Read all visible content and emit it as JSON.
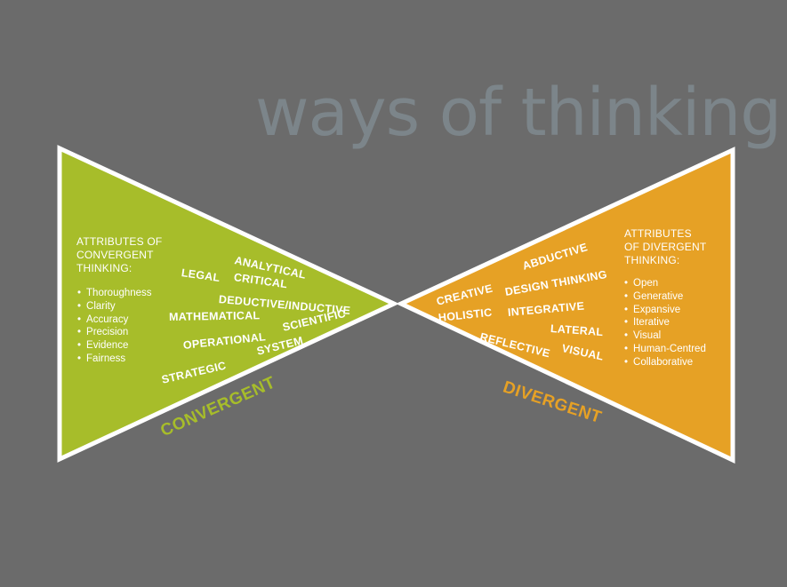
{
  "title": "ways of thinking.",
  "colors": {
    "background": "#6b6b6b",
    "title": "#7c858a",
    "convergent": "#a7bd2a",
    "divergent": "#e6a125",
    "outline": "#ffffff"
  },
  "convergent": {
    "label": "CONVERGENT",
    "attributes_heading": [
      "ATTRIBUTES OF",
      "CONVERGENT",
      "THINKING:"
    ],
    "attributes": [
      "Thoroughness",
      "Clarity",
      "Accuracy",
      "Precision",
      "Evidence",
      "Fairness"
    ],
    "terms": [
      "LEGAL",
      "ANALYTICAL",
      "CRITICAL",
      "DEDUCTIVE/INDUCTIVE",
      "MATHEMATICAL",
      "SCIENTIFIC",
      "OPERATIONAL",
      "SYSTEM",
      "STRATEGIC"
    ]
  },
  "divergent": {
    "label": "DIVERGENT",
    "attributes_heading": [
      "ATTRIBUTES",
      "OF DIVERGENT",
      "THINKING:"
    ],
    "attributes": [
      "Open",
      "Generative",
      "Expansive",
      "Iterative",
      "Visual",
      "Human-Centred",
      "Collaborative"
    ],
    "terms": [
      "ABDUCTIVE",
      "DESIGN THINKING",
      "CREATIVE",
      "HOLISTIC",
      "INTEGRATIVE",
      "LATERAL",
      "REFLECTIVE",
      "VISUAL"
    ]
  }
}
